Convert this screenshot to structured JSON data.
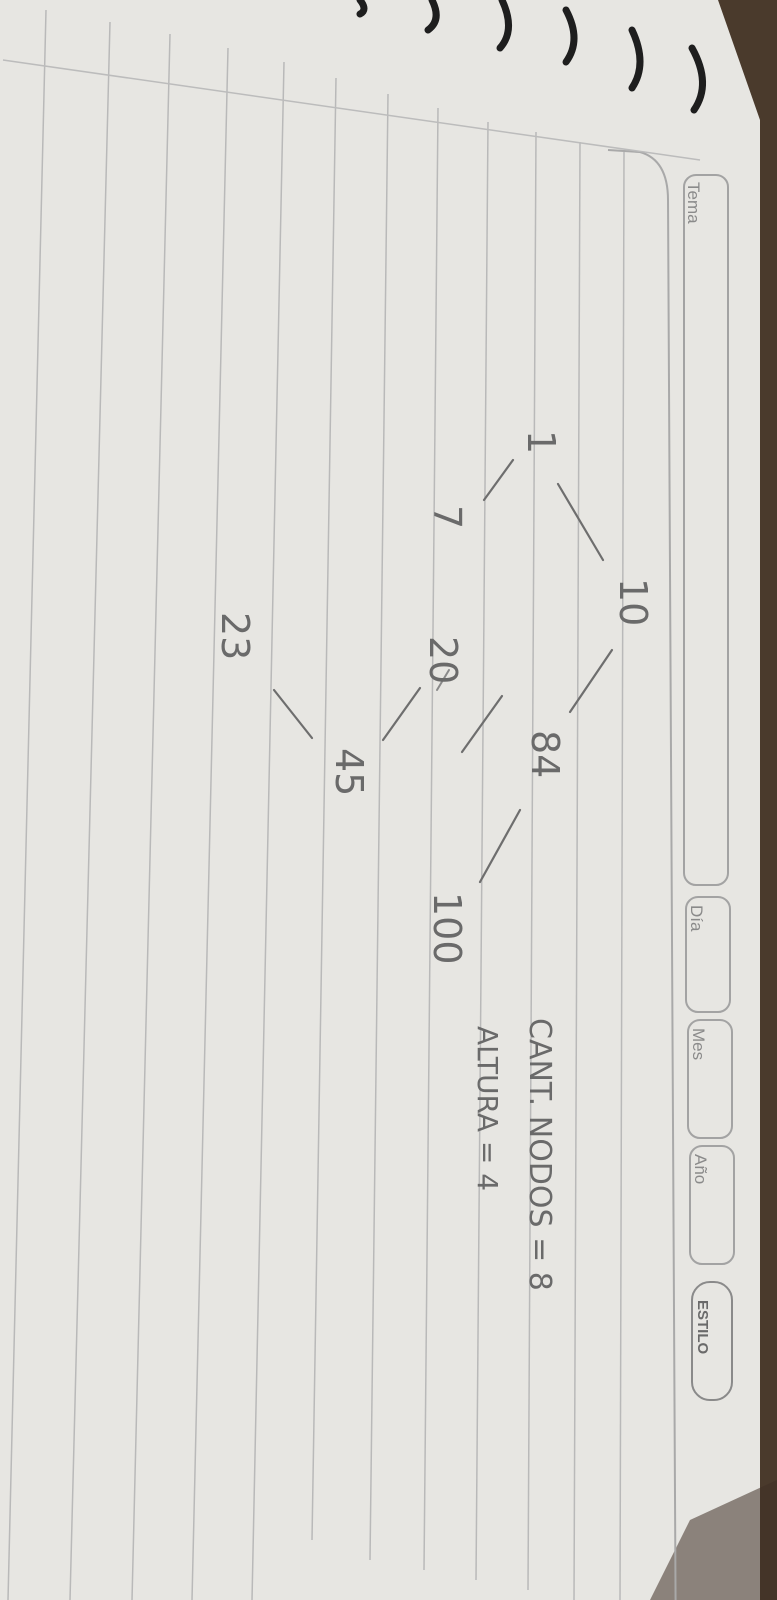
{
  "notebook": {
    "header": {
      "tema_label": "Tema",
      "dia_label": "Día",
      "mes_label": "Mes",
      "ano_label": "Año",
      "brand": "ESTILO"
    }
  },
  "tree": {
    "nodes": [
      {
        "id": "n10",
        "label": "10"
      },
      {
        "id": "n1",
        "label": "1"
      },
      {
        "id": "n84",
        "label": "84"
      },
      {
        "id": "n7",
        "label": "7"
      },
      {
        "id": "n20",
        "label": "20"
      },
      {
        "id": "n100",
        "label": "100"
      },
      {
        "id": "n45",
        "label": "45"
      },
      {
        "id": "n23",
        "label": "23"
      }
    ],
    "edges": [
      {
        "from": "10",
        "to": "1"
      },
      {
        "from": "10",
        "to": "84"
      },
      {
        "from": "1",
        "to": "7"
      },
      {
        "from": "84",
        "to": "20"
      },
      {
        "from": "84",
        "to": "100"
      },
      {
        "from": "20",
        "to": "45"
      },
      {
        "from": "45",
        "to": "23"
      }
    ]
  },
  "notes": {
    "cant_nodos": "CANT. NODOS = 8",
    "altura": "ALTURA = 4"
  },
  "colors": {
    "paper": "#e7e6e2",
    "rule": "#b9b9b9",
    "pencil": "#6a6a6a",
    "background": "#4a3a2c"
  }
}
